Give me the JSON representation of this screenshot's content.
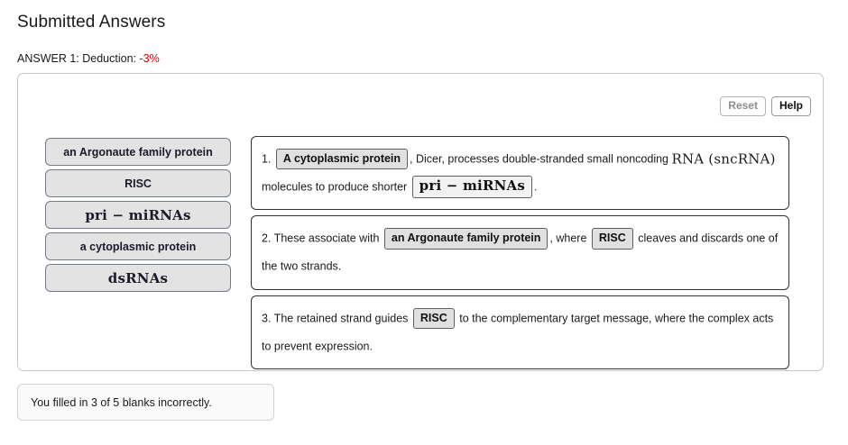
{
  "header": {
    "title": "Submitted Answers",
    "answer_label": "ANSWER 1: Deduction: ",
    "deduction": "-3%"
  },
  "toolbar": {
    "reset_label": "Reset",
    "help_label": "Help"
  },
  "bank": {
    "tiles": [
      {
        "label": "an Argonaute family protein",
        "style": "sans"
      },
      {
        "label": "RISC",
        "style": "sans"
      },
      {
        "label": "pri − miRNAs",
        "style": "math"
      },
      {
        "label": "a cytoplasmic protein",
        "style": "sans"
      },
      {
        "label": "dsRNAs",
        "style": "math"
      }
    ]
  },
  "statements": [
    {
      "number": "1.",
      "part1": "",
      "chip1": "A cytoplasmic protein",
      "part2": ", Dicer, processes double-stranded small noncoding ",
      "math1": "RNA (sncRNA)",
      "part3": " molecules to produce shorter ",
      "chip2": "pri − miRNAs",
      "part4": "."
    },
    {
      "number": "2.",
      "part1": " These associate with ",
      "chip1": "an Argonaute family protein",
      "part2": ", where ",
      "chip2": "RISC",
      "part3": " cleaves and discards one of the two strands."
    },
    {
      "number": "3.",
      "part1": " The retained strand guides ",
      "chip1": "RISC",
      "part2": " to the complementary target message, where the complex acts to prevent expression."
    }
  ],
  "feedback": {
    "message": "You filled in 3 of 5 blanks incorrectly."
  }
}
